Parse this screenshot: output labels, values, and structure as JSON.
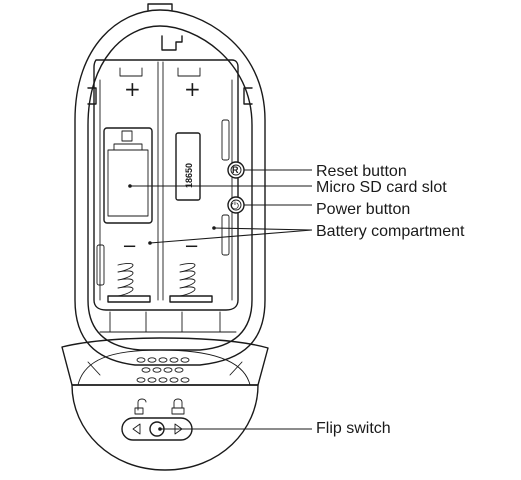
{
  "labels": {
    "reset_button": "Reset button",
    "micro_sd_slot": "Micro SD card slot",
    "power_button": "Power button",
    "battery_compartment": "Battery compartment",
    "flip_switch": "Flip switch"
  },
  "battery": {
    "left_polarity": "+",
    "right_polarity": "+",
    "left_minus": "−",
    "right_minus": "−",
    "cell_marking": "18650"
  },
  "buttons": {
    "reset_symbol": "R",
    "power_symbol": "⏻"
  },
  "icons": {
    "flip_switch_left": "triangle-left-icon",
    "flip_switch_right": "triangle-right-icon",
    "lock_open": "lock-open-icon",
    "lock_closed": "lock-closed-icon"
  }
}
